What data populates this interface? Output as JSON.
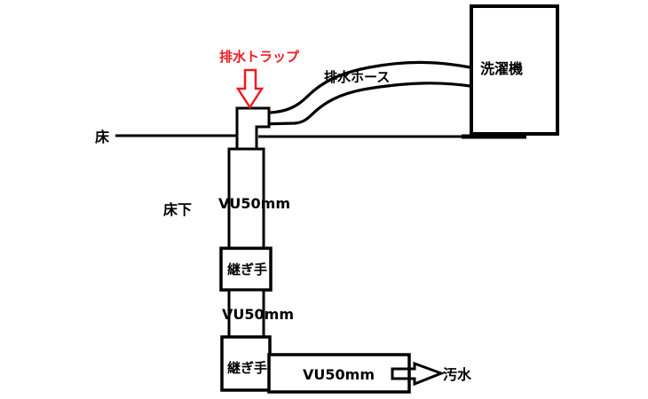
{
  "diagram": {
    "type": "plumbing-schematic",
    "labels": {
      "floor": "床",
      "under_floor": "床下",
      "drain_trap": "排水トラップ",
      "drain_hose": "排水ホース",
      "washing_machine": "洗濯機",
      "pipe_upper": "VU50mm",
      "joint_upper": "継ぎ手",
      "pipe_middle": "VU50mm",
      "joint_lower": "継ぎ手",
      "pipe_horizontal": "VU50mm",
      "waste_water": "汚水"
    },
    "colors": {
      "annotation_red": "#ed1c24",
      "line_ink": "#000000",
      "background": "#ffffff"
    }
  }
}
